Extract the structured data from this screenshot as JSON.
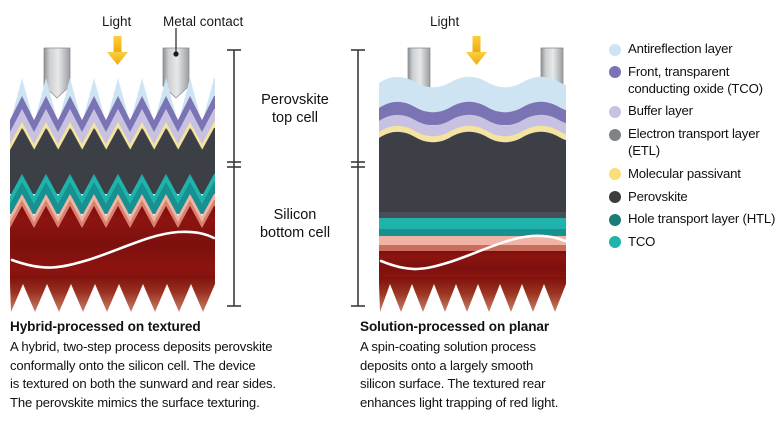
{
  "figure": {
    "annotations": {
      "light_left": "Light",
      "metal_contact": "Metal contact",
      "light_right": "Light"
    },
    "brackets": {
      "top_cell": "Perovskite\ntop cell",
      "top_cell_line1": "Perovskite",
      "top_cell_line2": "top cell",
      "bottom_cell_line1": "Silicon",
      "bottom_cell_line2": "bottom cell"
    },
    "panels": [
      {
        "id": "hybrid-processed-textured",
        "caption_title": "Hybrid-processed on textured",
        "caption_lines": [
          "A hybrid, two-step process deposits perovskite",
          "conformally onto the silicon cell. The device",
          "is textured on both the sunward and rear sides.",
          "The perovskite mimics the surface texturing."
        ],
        "surface": "textured",
        "rear": "textured"
      },
      {
        "id": "solution-processed-planar",
        "caption_title": "Solution-processed on planar",
        "caption_lines": [
          "A spin-coating solution process",
          "deposits onto a largely smooth",
          "silicon surface.  The textured rear",
          "enhances light trapping of red light."
        ],
        "surface": "planar",
        "rear": "textured"
      }
    ],
    "legend": [
      {
        "label": "Antireflection layer",
        "color": "#cfe4f2"
      },
      {
        "label": "Front, transparent conducting oxide (TCO)",
        "color": "#7b74b4"
      },
      {
        "label": "Buffer layer",
        "color": "#c8c2e2"
      },
      {
        "label": "Electron transport layer (ETL)",
        "color": "#7f8286"
      },
      {
        "label": "Molecular passivant",
        "color": "#fbdd7a"
      },
      {
        "label": "Perovskite",
        "color": "#3c3c3c"
      },
      {
        "label": "Hole transport layer (HTL)",
        "color": "#1b7b79"
      },
      {
        "label": "TCO",
        "color": "#1fb3ac"
      }
    ],
    "colors": {
      "antireflection": "#cfe4f2",
      "front_tco": "#7b74b4",
      "buffer": "#c8c2e2",
      "etl": "#4a4f57",
      "passivant": "#f5e3a0",
      "perovskite": "#3c4046",
      "htl": "#1b7b79",
      "tco": "#1fb3ac",
      "rear_pink": "#eda99a",
      "silicon": "#8e1410",
      "silicon_dark": "#6e0d0b",
      "metal": "#b9bcbf",
      "light_arrow": "#f5b91e",
      "leader": "#333333",
      "bracket": "#3a3a3a",
      "silicon_line": "#ffffff"
    }
  }
}
